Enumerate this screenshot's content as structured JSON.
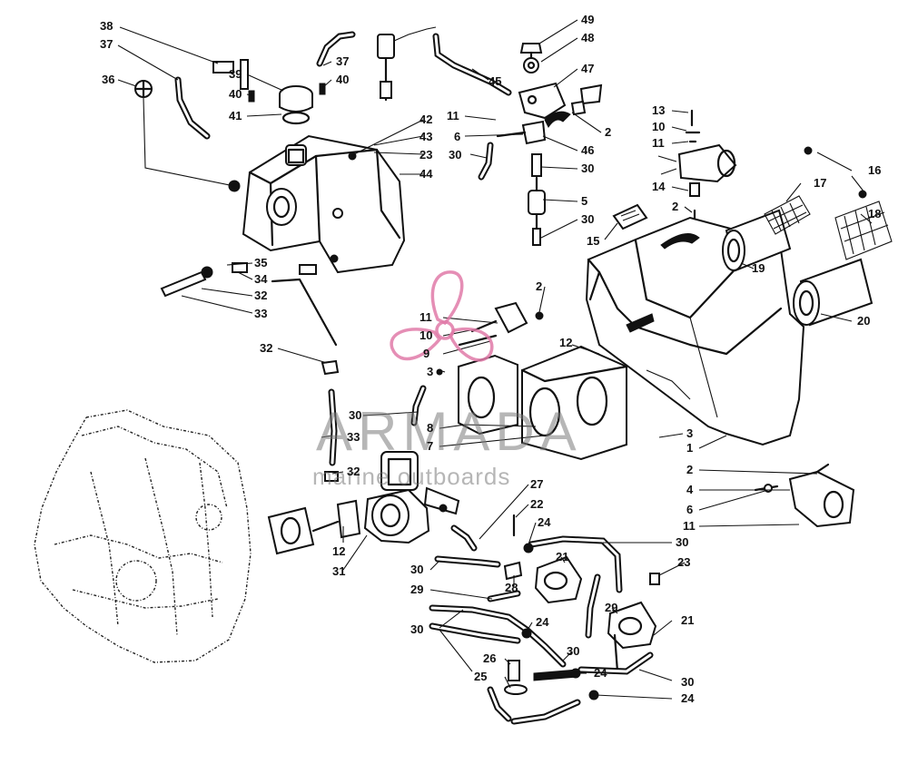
{
  "watermark": {
    "brand": "ARMADA",
    "tagline": "marine outboards",
    "accent": "#e07aa8"
  },
  "callouts": [
    {
      "id": "c38",
      "label": "38"
    },
    {
      "id": "c37a",
      "label": "37"
    },
    {
      "id": "c36",
      "label": "36"
    },
    {
      "id": "c39",
      "label": "39"
    },
    {
      "id": "c40a",
      "label": "40"
    },
    {
      "id": "c41",
      "label": "41"
    },
    {
      "id": "c37b",
      "label": "37"
    },
    {
      "id": "c40b",
      "label": "40"
    },
    {
      "id": "c42",
      "label": "42"
    },
    {
      "id": "c43",
      "label": "43"
    },
    {
      "id": "c23a",
      "label": "23"
    },
    {
      "id": "c44",
      "label": "44"
    },
    {
      "id": "c35",
      "label": "35"
    },
    {
      "id": "c34",
      "label": "34"
    },
    {
      "id": "c32a",
      "label": "32"
    },
    {
      "id": "c33a",
      "label": "33"
    },
    {
      "id": "c32b",
      "label": "32"
    },
    {
      "id": "c33b",
      "label": "33"
    },
    {
      "id": "c32c",
      "label": "32"
    },
    {
      "id": "c12a",
      "label": "12"
    },
    {
      "id": "c31",
      "label": "31"
    },
    {
      "id": "c49",
      "label": "49"
    },
    {
      "id": "c48",
      "label": "48"
    },
    {
      "id": "c45",
      "label": "45"
    },
    {
      "id": "c47",
      "label": "47"
    },
    {
      "id": "c11a",
      "label": "11"
    },
    {
      "id": "c6a",
      "label": "6"
    },
    {
      "id": "c30a",
      "label": "30"
    },
    {
      "id": "c2a",
      "label": "2"
    },
    {
      "id": "c46",
      "label": "46"
    },
    {
      "id": "c30b",
      "label": "30"
    },
    {
      "id": "c5",
      "label": "5"
    },
    {
      "id": "c30c",
      "label": "30"
    },
    {
      "id": "c15",
      "label": "15"
    },
    {
      "id": "c13",
      "label": "13"
    },
    {
      "id": "c10a",
      "label": "10"
    },
    {
      "id": "c11b",
      "label": "11"
    },
    {
      "id": "c14",
      "label": "14"
    },
    {
      "id": "c2b",
      "label": "2"
    },
    {
      "id": "c16",
      "label": "16"
    },
    {
      "id": "c17",
      "label": "17"
    },
    {
      "id": "c18",
      "label": "18"
    },
    {
      "id": "c19",
      "label": "19"
    },
    {
      "id": "c20",
      "label": "20"
    },
    {
      "id": "c2c",
      "label": "2"
    },
    {
      "id": "c11c",
      "label": "11"
    },
    {
      "id": "c10b",
      "label": "10"
    },
    {
      "id": "c9",
      "label": "9"
    },
    {
      "id": "c3a",
      "label": "3"
    },
    {
      "id": "c12b",
      "label": "12"
    },
    {
      "id": "c30d",
      "label": "30"
    },
    {
      "id": "c8",
      "label": "8"
    },
    {
      "id": "c7",
      "label": "7"
    },
    {
      "id": "c3b",
      "label": "3"
    },
    {
      "id": "c1",
      "label": "1"
    },
    {
      "id": "c2d",
      "label": "2"
    },
    {
      "id": "c4",
      "label": "4"
    },
    {
      "id": "c6b",
      "label": "6"
    },
    {
      "id": "c11d",
      "label": "11"
    },
    {
      "id": "c27",
      "label": "27"
    },
    {
      "id": "c22",
      "label": "22"
    },
    {
      "id": "c24a",
      "label": "24"
    },
    {
      "id": "c30e",
      "label": "30"
    },
    {
      "id": "c21a",
      "label": "21"
    },
    {
      "id": "c30f",
      "label": "30"
    },
    {
      "id": "c28",
      "label": "28"
    },
    {
      "id": "c29a",
      "label": "29"
    },
    {
      "id": "c23b",
      "label": "23"
    },
    {
      "id": "c29b",
      "label": "29"
    },
    {
      "id": "c21b",
      "label": "21"
    },
    {
      "id": "c30g",
      "label": "30"
    },
    {
      "id": "c24b",
      "label": "24"
    },
    {
      "id": "c30h",
      "label": "30"
    },
    {
      "id": "c26",
      "label": "26"
    },
    {
      "id": "c25",
      "label": "25"
    },
    {
      "id": "c24c",
      "label": "24"
    },
    {
      "id": "c30i",
      "label": "30"
    },
    {
      "id": "c24d",
      "label": "24"
    }
  ]
}
